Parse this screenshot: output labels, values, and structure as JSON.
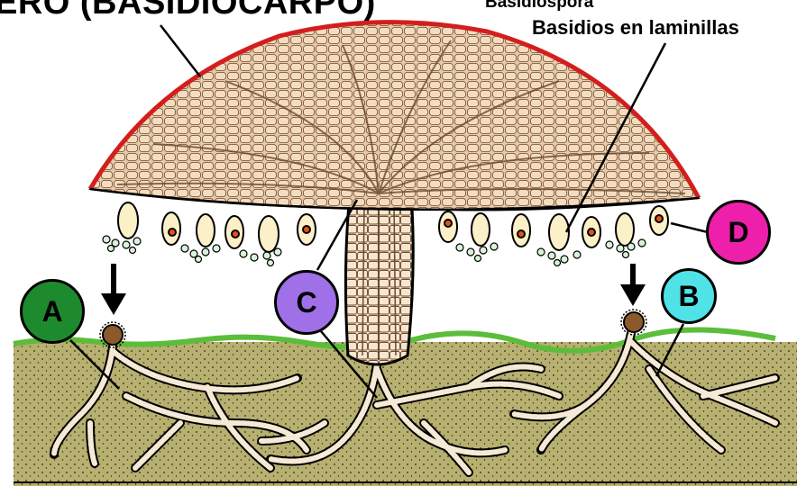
{
  "labels": {
    "title": "ERO (BASIDIOCARPO)",
    "basidiospora": "Basidiospora",
    "basidios": "Basidios en laminillas"
  },
  "markers": {
    "a": {
      "text": "A",
      "color": "#1e8a2e"
    },
    "b": {
      "text": "B",
      "color": "#4fe3e8"
    },
    "c": {
      "text": "C",
      "color": "#a070e8"
    },
    "d": {
      "text": "D",
      "color": "#ee1faa"
    }
  },
  "colors": {
    "cap_outline": "#d41e1e",
    "cap_fill": "#e8c9a8",
    "soil": "#b8b070",
    "grass": "#5bbd3a",
    "hyphae": "#f6ead6",
    "spore_nucleus": "#e8501e"
  }
}
